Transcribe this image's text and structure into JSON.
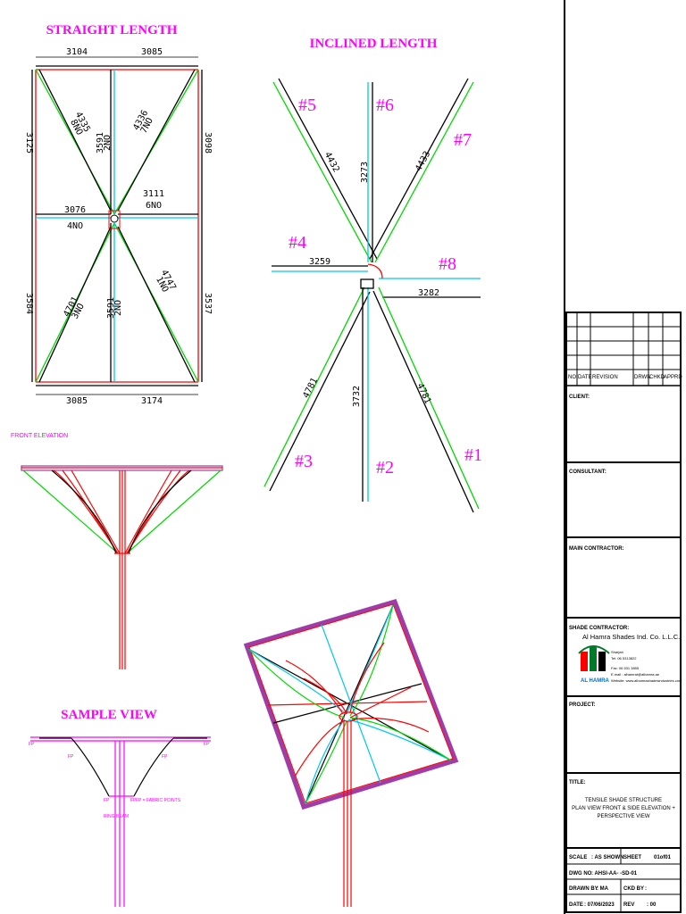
{
  "headings": {
    "straight": "STRAIGHT LENGTH",
    "inclined": "INCLINED LENGTH",
    "front": "FRONT ELEVATION",
    "sample": "SAMPLE VIEW"
  },
  "straight_plan": {
    "top_left": "3104",
    "top_right": "3085",
    "bottom_left": "3085",
    "bottom_right": "3174",
    "left_upper": "3125",
    "left_lower": "3584",
    "right_upper": "3098",
    "right_lower": "3537",
    "mid_left": "3076",
    "mid_left_qty": "4NO",
    "mid_right": "3111",
    "mid_right_qty": "6NO",
    "center_upper": "3591",
    "center_upper_qty": "2NO",
    "center_lower": "3591",
    "center_lower_qty": "2NO",
    "diag_ul": "4335",
    "diag_ul_qty": "8NO",
    "diag_ur": "4336",
    "diag_ur_qty": "7NO",
    "diag_ll": "4701",
    "diag_ll_qty": "3NO",
    "diag_lr": "4747",
    "diag_lr_qty": "1NO"
  },
  "inclined_plan": {
    "arms": [
      "#1",
      "#2",
      "#3",
      "#4",
      "#5",
      "#6",
      "#7",
      "#8"
    ],
    "len_5": "4432",
    "len_6": "3273",
    "len_7": "4433",
    "len_4": "3259",
    "len_8": "3282",
    "len_3": "4781",
    "len_2": "3732",
    "len_1": "4781"
  },
  "sample_view": {
    "fp": "FP",
    "fp_legend": "FP = FABRIC POINTS",
    "ring": "RING BEAM"
  },
  "title_block": {
    "rev_headers": [
      "NO",
      "DATE",
      "REVISION",
      "DRWN",
      "CHKD",
      "APPRD"
    ],
    "client": "CLIENT:",
    "consultant": "CONSULTANT:",
    "main_contractor": "MAIN CONTRACTOR:",
    "shade_contractor": "SHADE CONTRACTOR:",
    "company": "Al Hamra Shades Ind. Co. L.L.C.",
    "logo_text": "AL HAMRA",
    "contact": [
      "Sharjah",
      "Tel: 06 5313822",
      "Fax: 06 531 3855",
      "E.mail : alhamrat@alhamra.ae",
      "Website: www.alhamrashadesindustries.com"
    ],
    "project": "PROJECT:",
    "title_label": "TITLE:",
    "title_lines": [
      "TENSILE SHADE STRUCTURE",
      "PLAN VIEW FRONT & SIDE ELEVATION +",
      "PERSPECTIVE VIEW"
    ],
    "scale_label": "SCALE",
    "scale_value": ": AS SHOWN",
    "sheet_label": "SHEET",
    "sheet_value": "01of01",
    "dwg_label": "DWG NO",
    "dwg_value": ": AHSI-AA-   -SD-01",
    "drawn_label": "DRAWN BY",
    "drawn_value": ": MA",
    "chkd_label": "CKD BY",
    "chkd_value": ":",
    "date_label": "DATE",
    "date_value": ": 07/06/2023",
    "rev_label": "REV",
    "rev_value": ": 00"
  },
  "colors": {
    "red": "#ff0000",
    "green": "#00e000",
    "cyan": "#00d8ff",
    "magenta": "#ff00ff",
    "purple": "#a03ca8"
  }
}
